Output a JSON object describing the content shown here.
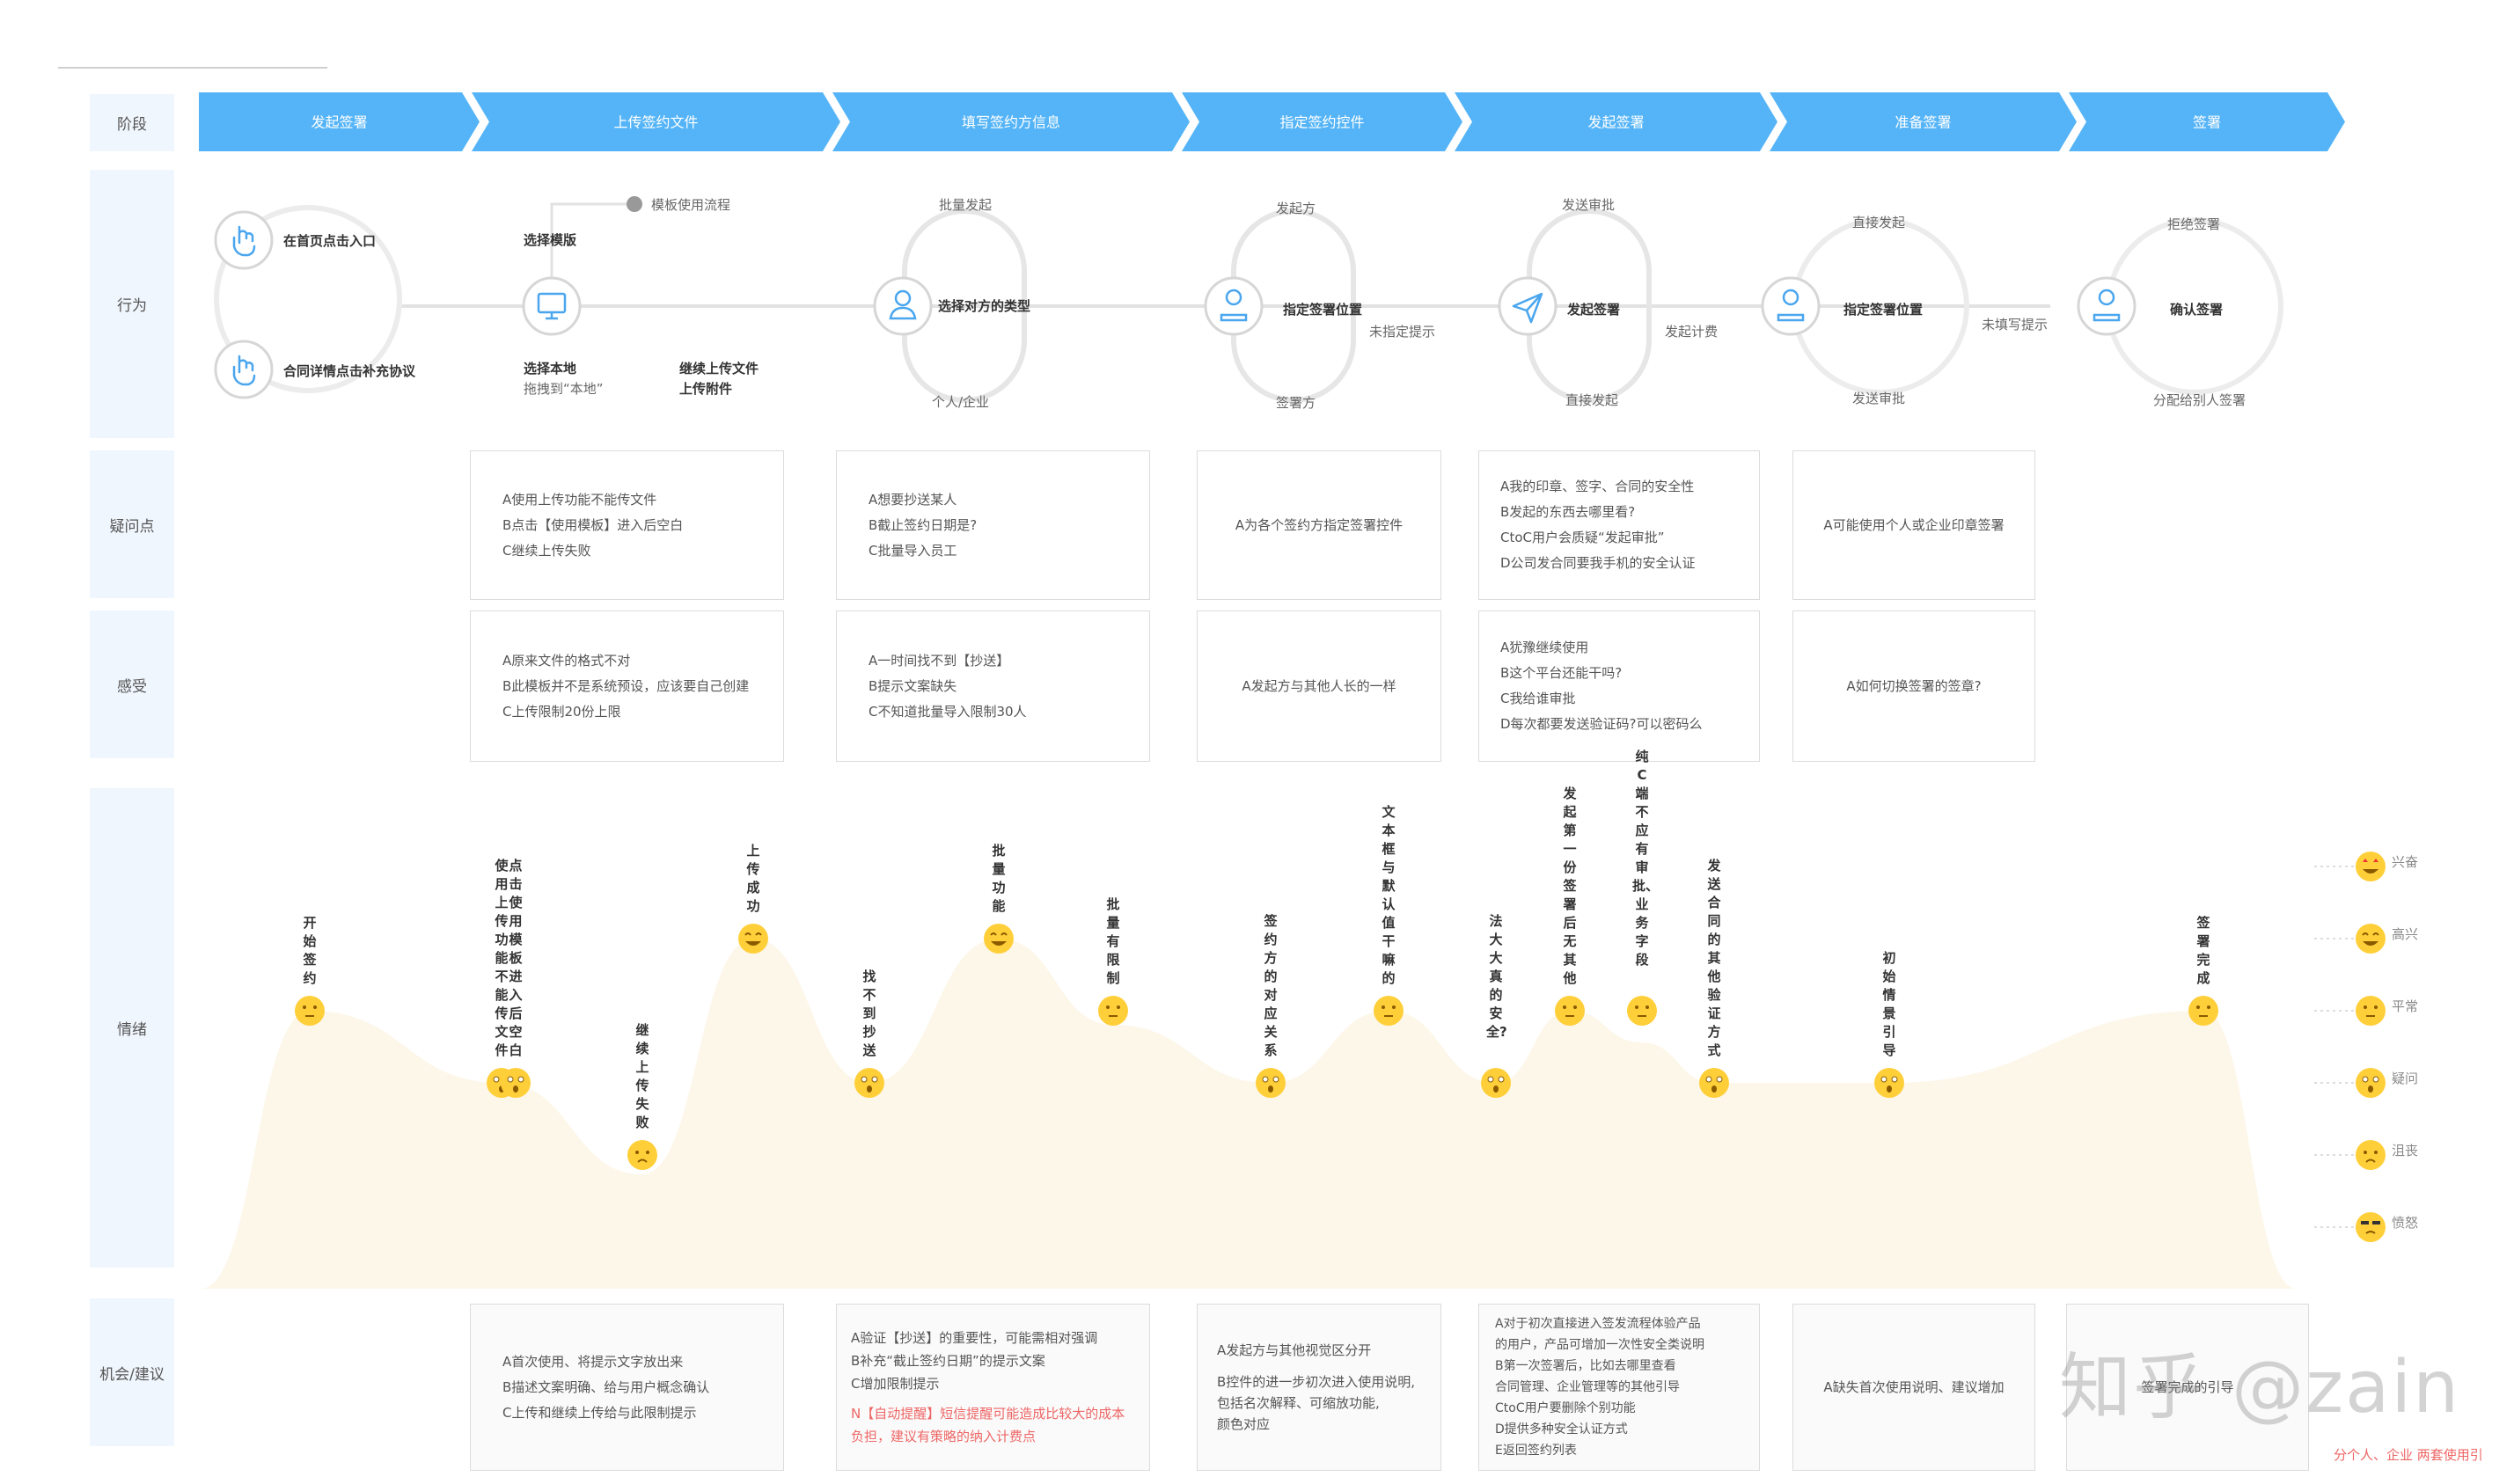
{
  "row_labels": {
    "stage": "阶段",
    "action": "行为",
    "doubt": "疑问点",
    "feeling": "感受",
    "emotion": "情绪",
    "opportunity": "机会/建议"
  },
  "stages": [
    "发起签署",
    "上传签约文件",
    "填写签约方信息",
    "指定签约控件",
    "发起签署",
    "准备签署",
    "签署"
  ],
  "actions": {
    "a1_top": "在首页点击入口",
    "a1_bottom": "合同详情点击补充协议",
    "a2_template": "选择模版",
    "a2_template_flow": "模板使用流程",
    "a2_local": "选择本地",
    "a2_local_sub": "拖拽到“本地”",
    "a2_continue1": "继续上传文件",
    "a2_continue2": "上传附件",
    "a3_top": "批量发起",
    "a3_main": "选择对方的类型",
    "a3_bottom": "个人/企业",
    "a4_top": "发起方",
    "a4_main": "指定签署位置",
    "a4_bottom": "签署方",
    "a4_side": "未指定提示",
    "a5_top": "发送审批",
    "a5_main": "发起签署",
    "a5_bottom": "直接发起",
    "a5_side": "发起计费",
    "a6_top": "直接发起",
    "a6_main": "指定签署位置",
    "a6_bottom": "发送审批",
    "a6_side": "未填写提示",
    "a7_top": "拒绝签署",
    "a7_main": "确认签署",
    "a7_bottom": "分配给别人签署"
  },
  "doubts": [
    [
      "A使用上传功能不能传文件",
      "B点击【使用模板】进入后空白",
      "C继续上传失败"
    ],
    [
      "A想要抄送某人",
      "B截止签约日期是?",
      "C批量导入员工"
    ],
    [
      "A为各个签约方指定签署控件"
    ],
    [
      "A我的印章、签字、合同的安全性",
      "B发起的东西去哪里看?",
      "CtoC用户会质疑“发起审批”",
      "D公司发合同要我手机的安全认证"
    ],
    [
      "A可能使用个人或企业印章签署"
    ]
  ],
  "feelings": [
    [
      "A原来文件的格式不对",
      "B此模板并不是系统预设，应该要自己创建",
      "C上传限制20份上限"
    ],
    [
      "A一时间找不到【抄送】",
      "B提示文案缺失",
      "C不知道批量导入限制30人"
    ],
    [
      "A发起方与其他人长的一样"
    ],
    [
      "A犹豫继续使用",
      "B这个平台还能干吗?",
      "C我给谁审批",
      "D每次都要发送验证码?可以密码么"
    ],
    [
      "A如何切换签署的签章?"
    ]
  ],
  "emotion_points": [
    {
      "label": "开始签约",
      "level": "normal"
    },
    {
      "label": "使用上传功能不能传文件",
      "level": "question"
    },
    {
      "label": "点击使用模板进入后空白",
      "level": "question"
    },
    {
      "label": "继续上传失败",
      "level": "sad"
    },
    {
      "label": "上传成功",
      "level": "happy"
    },
    {
      "label": "找不到抄送",
      "level": "question"
    },
    {
      "label": "批量功能",
      "level": "happy"
    },
    {
      "label": "批量有限制",
      "level": "normal"
    },
    {
      "label": "签约方的对应关系",
      "level": "question"
    },
    {
      "label": "文本框与默认值干嘛的",
      "level": "normal"
    },
    {
      "label": "法大大真的安全?",
      "level": "question"
    },
    {
      "label": "发起第一份签署后无其他",
      "level": "normal"
    },
    {
      "label": "纯C端不应有审批、业务字段",
      "level": "normal"
    },
    {
      "label": "发送合同的其他验证方式",
      "level": "question"
    },
    {
      "label": "初始情景引导",
      "level": "question"
    },
    {
      "label": "签署完成",
      "level": "normal"
    }
  ],
  "emotion_legend": [
    "兴奋",
    "高兴",
    "平常",
    "疑问",
    "沮丧",
    "愤怒"
  ],
  "opportunities": [
    {
      "lines": [
        "A首次使用、将提示文字放出来",
        "B描述文案明确、给与用户概念确认",
        "C上传和继续上传给与此限制提示"
      ],
      "red": []
    },
    {
      "lines": [
        "A验证【抄送】的重要性，可能需相对强调",
        "B补充“截止签约日期”的提示文案",
        "C增加限制提示"
      ],
      "red": [
        "N【自动提醒】短信提醒可能造成比较大的成本",
        "负担，建议有策略的纳入计费点"
      ]
    },
    {
      "lines": [
        "A发起方与其他视觉区分开",
        "B控件的进一步初次进入使用说明,",
        "包括名次解释、可缩放功能,",
        "颜色对应"
      ],
      "red": []
    },
    {
      "lines": [
        "A对于初次直接进入签发流程体验产品",
        "的用户，产品可增加一次性安全类说明",
        "B第一次签署后，比如去哪里查看",
        "合同管理、企业管理等的其他引导",
        "CtoC用户要删除个别功能",
        "D提供多种安全认证方式",
        "E返回签约列表"
      ],
      "red": []
    },
    {
      "lines": [
        "A缺失首次使用说明、建议增加"
      ],
      "red": []
    },
    {
      "lines": [
        "签署完成的引导"
      ],
      "red": []
    }
  ],
  "bottom_right_note": "分个人、企业 两套使用引",
  "watermark": "知乎 @zain",
  "colors": {
    "stage_blue": "#55b4f7",
    "label_bg": "#f0f6fd",
    "curve_fill": "#fdf7ea",
    "emoji": "#ffcf3a"
  }
}
